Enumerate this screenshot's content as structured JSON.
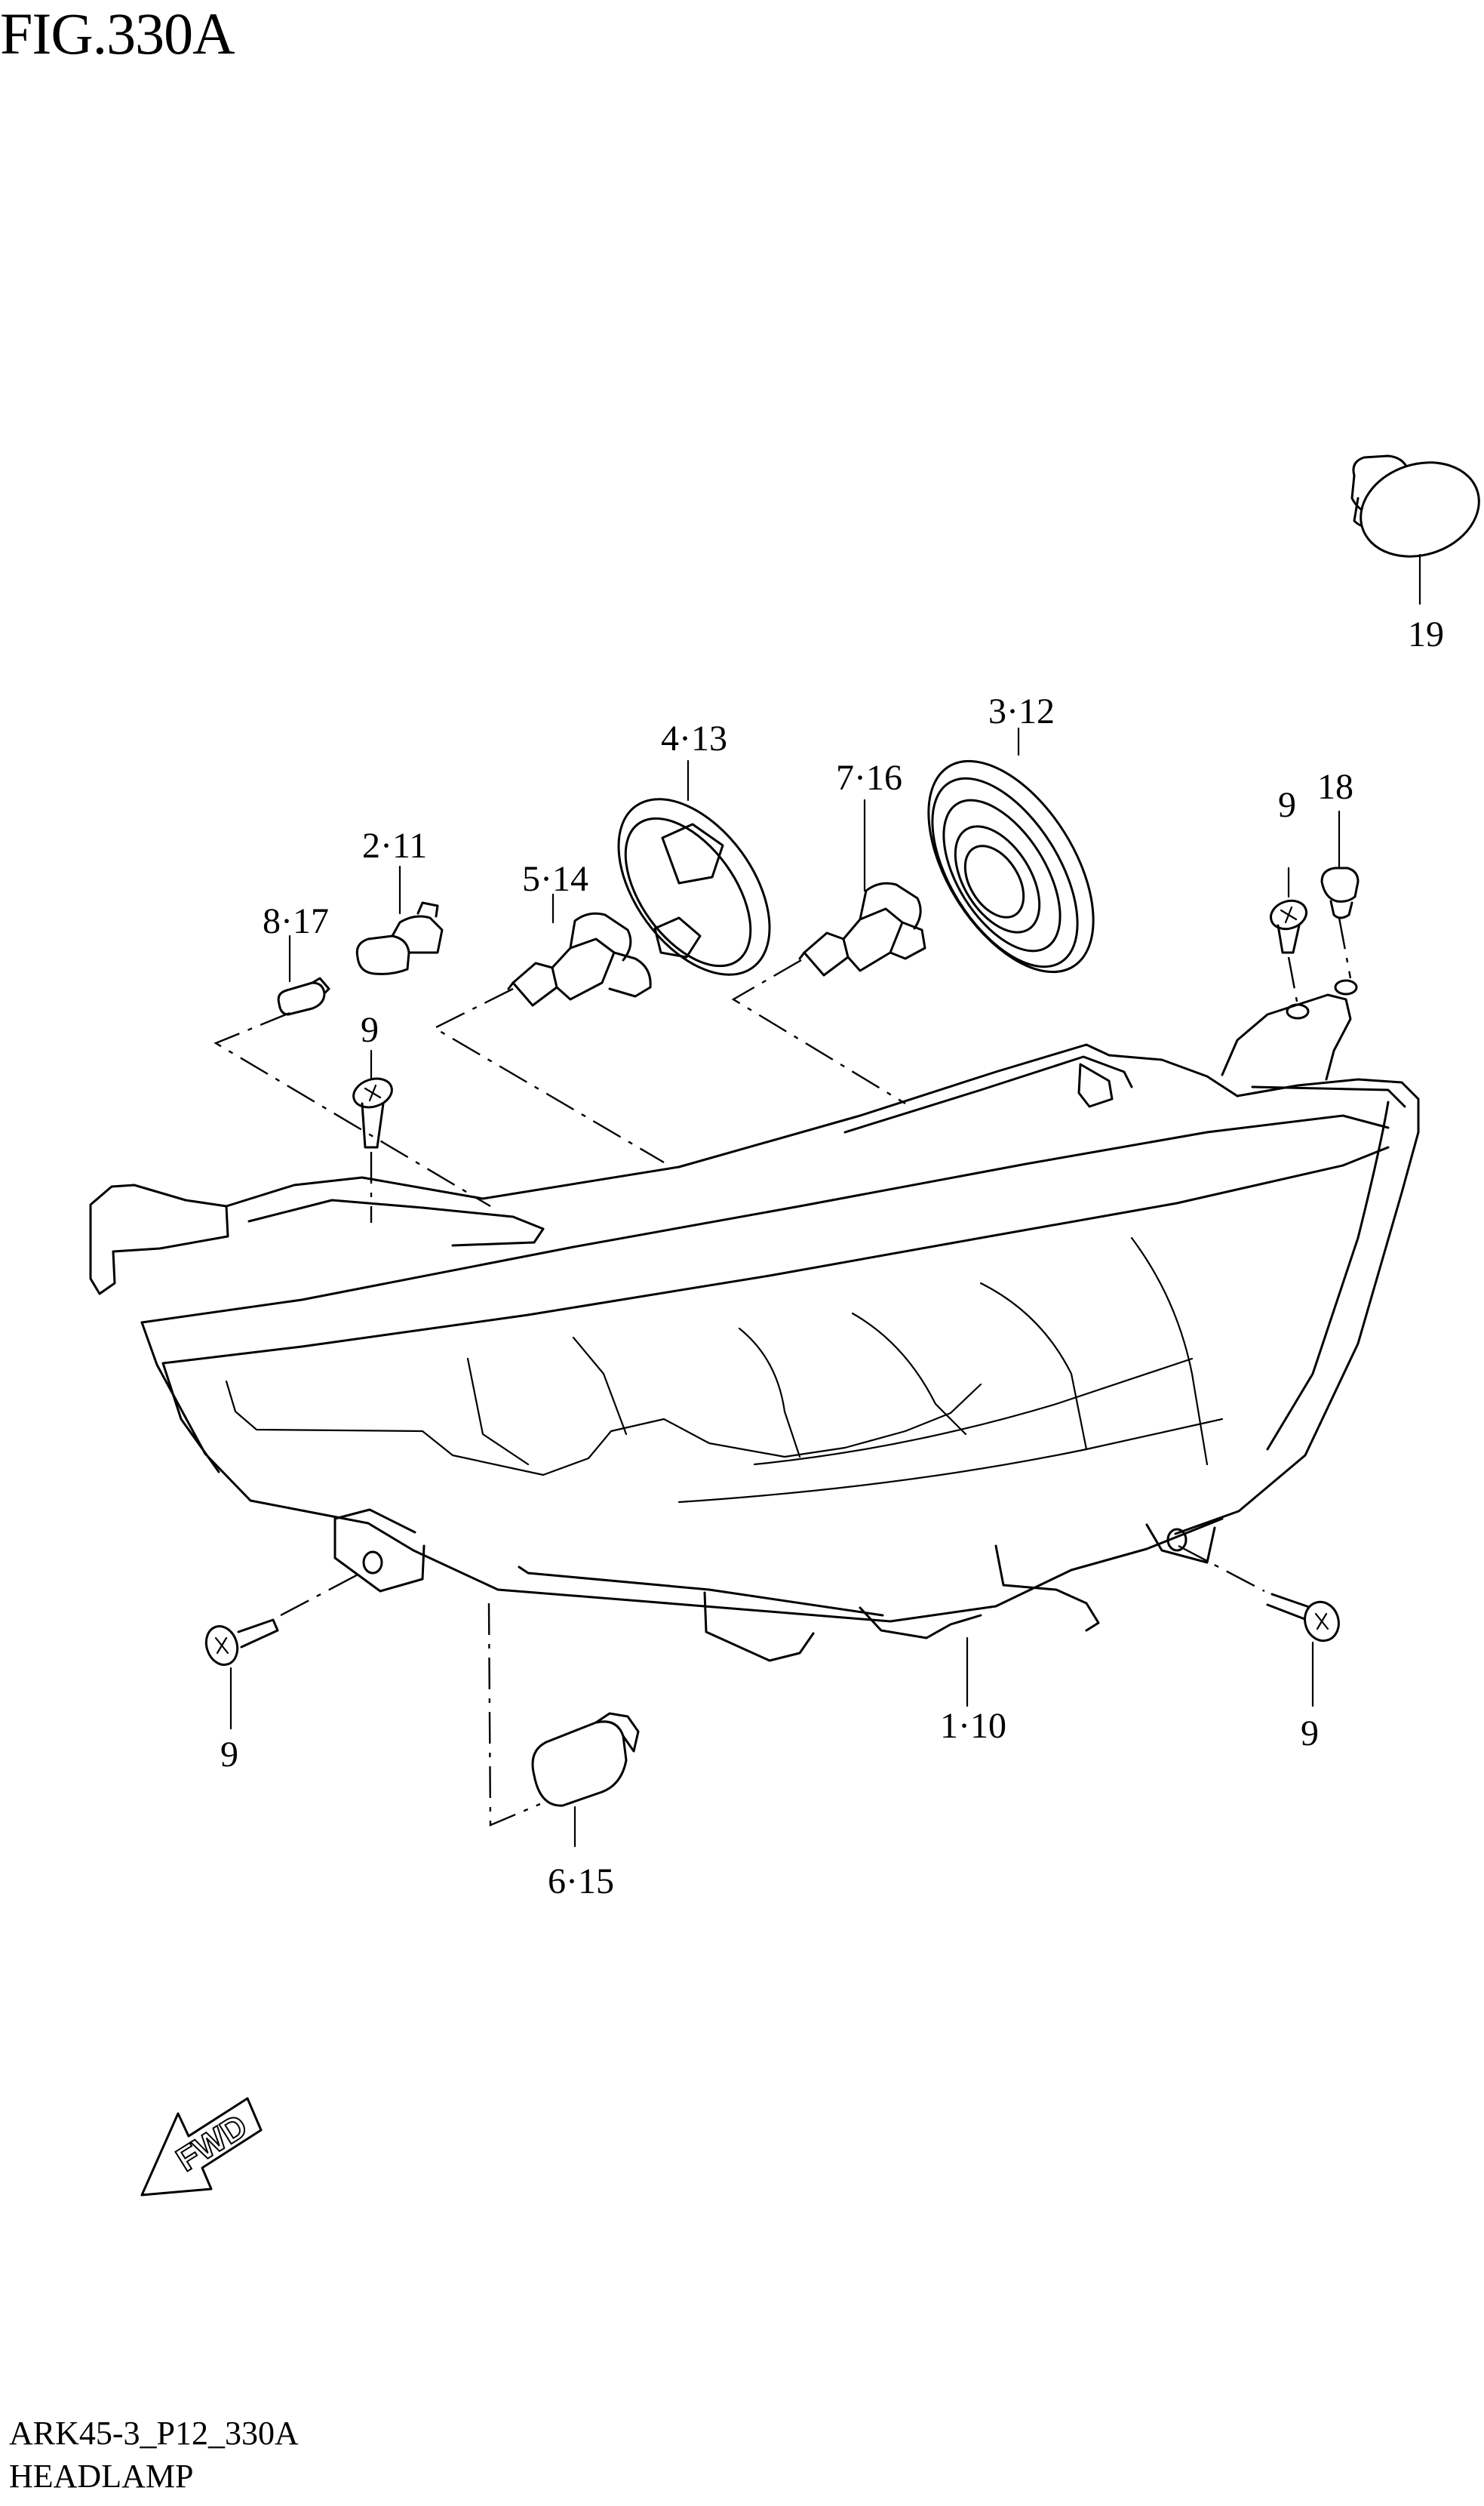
{
  "figure": {
    "title": "FIG.330A",
    "code": "ARK45-3_P12_330A",
    "name": "HEADLAMP"
  },
  "callouts": {
    "c19": "19",
    "c3_12": "3·12",
    "c4_13": "4·13",
    "c7_16": "7·16",
    "c9_top_right": "9",
    "c18": "18",
    "c2_11": "2·11",
    "c5_14": "5·14",
    "c8_17": "8·17",
    "c9_top_left": "9",
    "c9_bottom_left": "9",
    "c1_10": "1·10",
    "c9_bottom_right": "9",
    "c6_15": "6·15"
  },
  "direction_badge": {
    "label": "FWD",
    "icon": "fwd-arrow-icon"
  }
}
